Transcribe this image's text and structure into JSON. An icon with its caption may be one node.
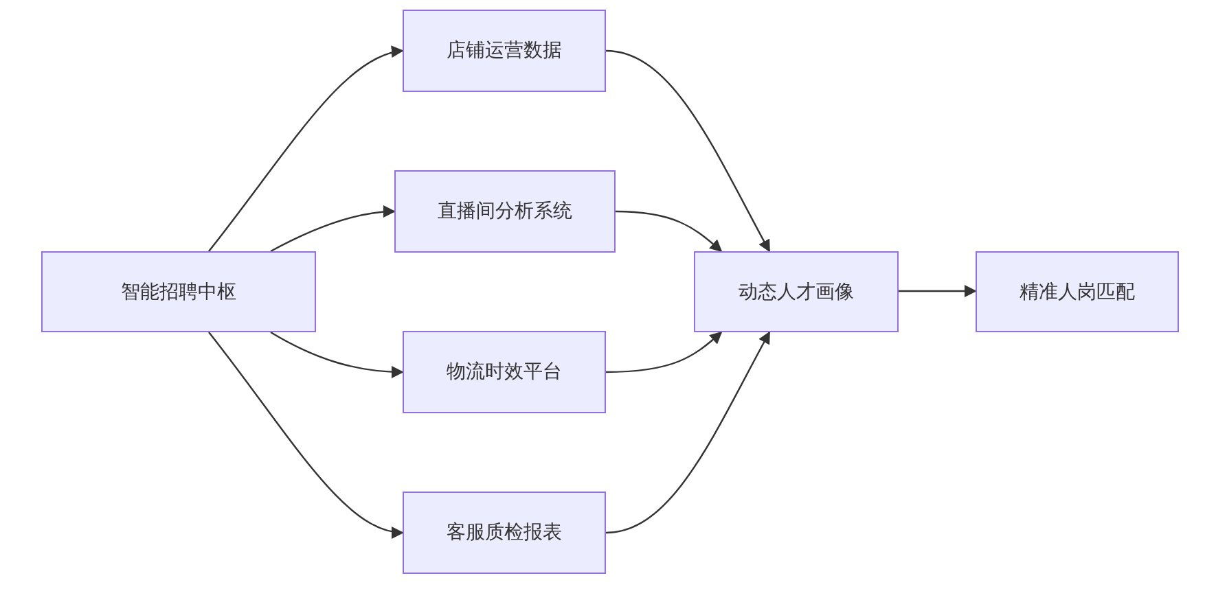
{
  "diagram": {
    "nodes": [
      {
        "text": [
          "智能招聘中枢"
        ]
      },
      {
        "text": [
          "店铺运营数据"
        ]
      },
      {
        "text": [
          "直播间分析系统"
        ]
      },
      {
        "text": [
          "物流时效平台"
        ]
      },
      {
        "text": [
          "客服质检报表"
        ]
      },
      {
        "text": [
          "动态人才画像"
        ]
      },
      {
        "text": [
          "精准人岗匹配"
        ]
      }
    ],
    "edges": [
      {
        "from": 0,
        "to": 1,
        "arrow": "to"
      },
      {
        "from": 0,
        "to": 2,
        "arrow": "to"
      },
      {
        "from": 0,
        "to": 3,
        "arrow": "to"
      },
      {
        "from": 0,
        "to": 4,
        "arrow": "to"
      },
      {
        "from": 1,
        "to": 5,
        "arrow": "to"
      },
      {
        "from": 2,
        "to": 5,
        "arrow": "to"
      },
      {
        "from": 3,
        "to": 5,
        "arrow": "to"
      },
      {
        "from": 4,
        "to": 5,
        "arrow": "to"
      },
      {
        "from": 5,
        "to": 6,
        "arrow": "to"
      }
    ]
  }
}
